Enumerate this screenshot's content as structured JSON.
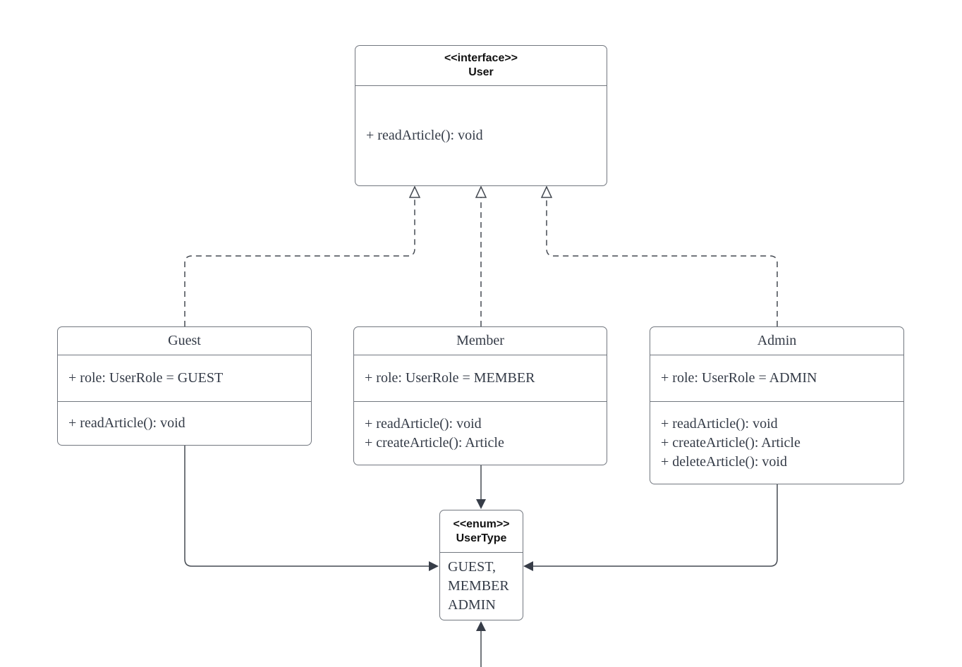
{
  "interface": {
    "stereotype": "<<interface>>",
    "name": "User",
    "methods": [
      "+ readArticle(): void"
    ]
  },
  "classes": [
    {
      "name": "Guest",
      "attributes": [
        "+ role: UserRole = GUEST"
      ],
      "methods": [
        "+ readArticle(): void"
      ]
    },
    {
      "name": "Member",
      "attributes": [
        "+ role: UserRole = MEMBER"
      ],
      "methods": [
        "+ readArticle(): void",
        "+ createArticle(): Article"
      ]
    },
    {
      "name": "Admin",
      "attributes": [
        "+ role: UserRole = ADMIN"
      ],
      "methods": [
        "+ readArticle(): void",
        "+ createArticle(): Article",
        "+ deleteArticle(): void"
      ]
    }
  ],
  "enum": {
    "stereotype": "<<enum>>",
    "name": "UserType",
    "values": [
      "GUEST,",
      "MEMBER",
      "ADMIN"
    ]
  },
  "relationships": [
    {
      "from": "Guest",
      "to": "User",
      "type": "realization"
    },
    {
      "from": "Member",
      "to": "User",
      "type": "realization"
    },
    {
      "from": "Admin",
      "to": "User",
      "type": "realization"
    },
    {
      "from": "Guest",
      "to": "UserType",
      "type": "directed-association"
    },
    {
      "from": "Member",
      "to": "UserType",
      "type": "directed-association"
    },
    {
      "from": "Admin",
      "to": "UserType",
      "type": "directed-association"
    },
    {
      "from": "offscreen-bottom",
      "to": "UserType",
      "type": "directed-association"
    }
  ],
  "colors": {
    "background": "#ffffff",
    "box_border": "#72777f",
    "connector": "#454a52",
    "arrow_fill": "#373d48",
    "text": "#343b47",
    "header_text": "#111111"
  }
}
